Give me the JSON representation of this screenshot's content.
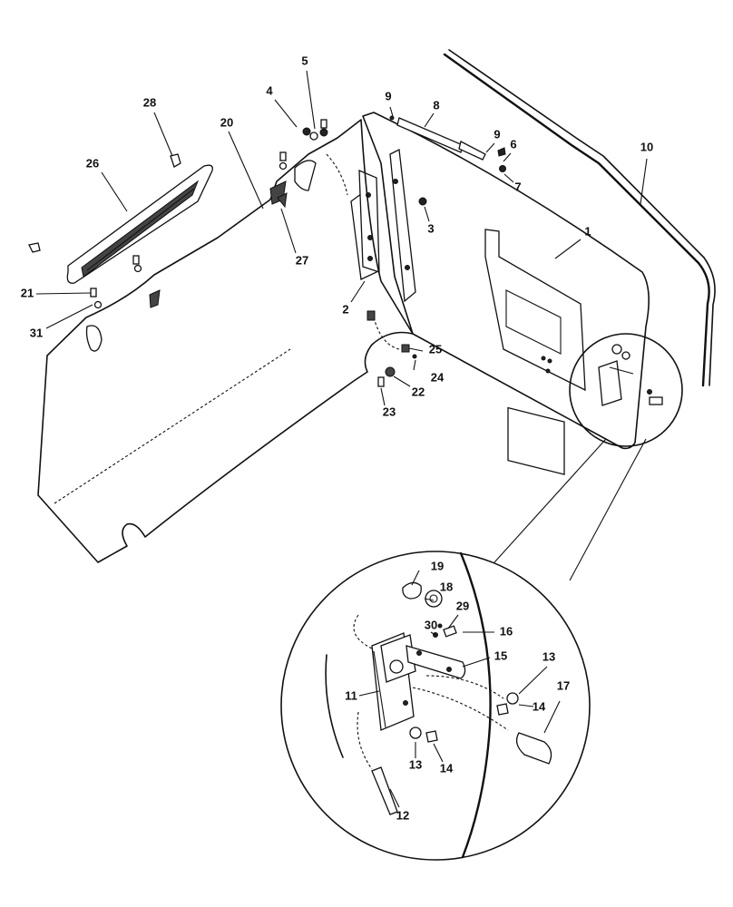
{
  "diagram": {
    "callouts": [
      "1",
      "2",
      "3",
      "4",
      "5",
      "6",
      "7",
      "8",
      "9",
      "9",
      "10",
      "11",
      "12",
      "13",
      "13",
      "14",
      "14",
      "15",
      "16",
      "17",
      "18",
      "19",
      "20",
      "21",
      "22",
      "23",
      "24",
      "25",
      "26",
      "27",
      "28",
      "29",
      "30",
      "31"
    ]
  }
}
